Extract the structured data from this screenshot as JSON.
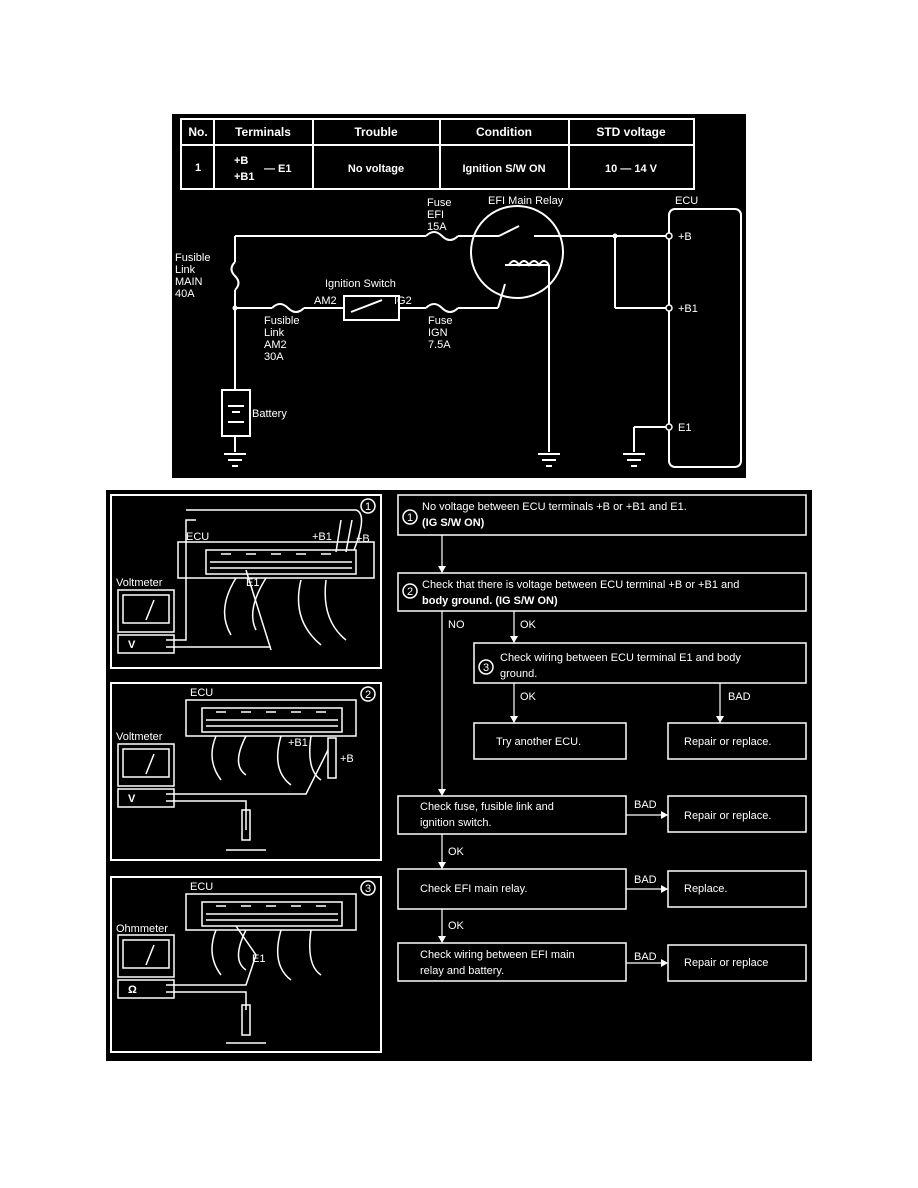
{
  "table": {
    "headers": [
      "No.",
      "Terminals",
      "Trouble",
      "Condition",
      "STD voltage"
    ],
    "row": {
      "no": "1",
      "terminals_line1": "+B",
      "terminals_line2": "+B1",
      "terminals_suffix": "— E1",
      "trouble": "No voltage",
      "condition": "Ignition S/W ON",
      "std_voltage": "10 — 14 V"
    }
  },
  "circuit": {
    "fuse_efi": [
      "Fuse",
      "EFI",
      "15A"
    ],
    "efi_main_relay": "EFI Main Relay",
    "ecu": "ECU",
    "fusible_link_main": [
      "Fusible",
      "Link",
      "MAIN",
      "40A"
    ],
    "ignition_switch": "Ignition Switch",
    "am2": "AM2",
    "ig2": "IG2",
    "fusible_link_am2": [
      "Fusible",
      "Link",
      "AM2",
      "30A"
    ],
    "fuse_ign": [
      "Fuse",
      "IGN",
      "7.5A"
    ],
    "battery": "Battery",
    "terminal_b": "+B",
    "terminal_b1": "+B1",
    "terminal_e1": "E1"
  },
  "illustrations": {
    "one": {
      "num": "1",
      "ecu": "ECU",
      "b1": "+B1",
      "b": "+B",
      "e1": "E1",
      "meter": "Voltmeter",
      "unit": "V"
    },
    "two": {
      "num": "2",
      "ecu": "ECU",
      "b1": "+B1",
      "b": "+B",
      "meter": "Voltmeter",
      "unit": "V"
    },
    "three": {
      "num": "3",
      "ecu": "ECU",
      "e1": "E1",
      "meter": "Ohmmeter",
      "unit": "Ω"
    }
  },
  "flow": {
    "step1_num": "1",
    "step1_line1": "No voltage between ECU terminals +B or +B1 and E1.",
    "step1_line2": "(IG S/W ON)",
    "step2_num": "2",
    "step2_line1": "Check that there is voltage between ECU terminal +B or +B1 and",
    "step2_line2": "body ground. (IG S/W ON)",
    "no_label": "NO",
    "ok_label": "OK",
    "step3_num": "3",
    "step3_line1": "Check wiring between ECU terminal E1 and body",
    "step3_line2": "ground.",
    "ok_label2": "OK",
    "bad_label": "BAD",
    "try_ecu": "Try another ECU.",
    "repair1": "Repair or replace.",
    "check_fuse_line1": "Check fuse, fusible link and",
    "check_fuse_line2": "ignition switch.",
    "bad2": "BAD",
    "repair2": "Repair or replace.",
    "ok3": "OK",
    "check_relay": "Check EFI main relay.",
    "bad3": "BAD",
    "replace": "Replace.",
    "ok4": "OK",
    "check_wiring_line1": "Check wiring between EFI main",
    "check_wiring_line2": "relay and battery.",
    "bad4": "BAD",
    "repair3": "Repair or replace"
  }
}
